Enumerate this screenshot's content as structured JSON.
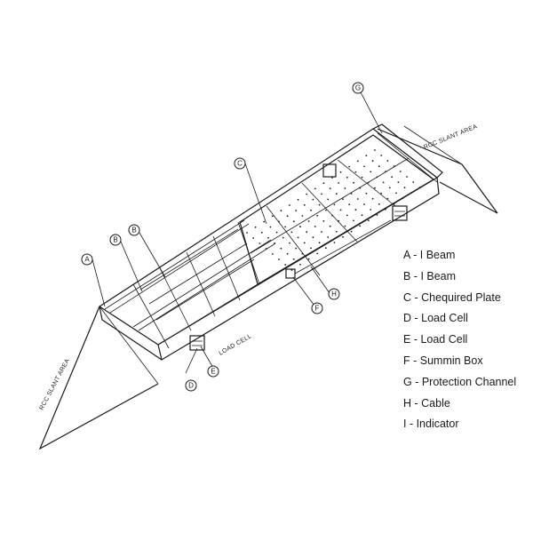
{
  "diagram": {
    "area_labels": {
      "left": "RCC SLANT AREA",
      "right": "RCC SLANT AREA",
      "load_cell": "LOAD CELL"
    },
    "callouts": {
      "A": "A",
      "B1": "B",
      "B2": "B",
      "C": "C",
      "D": "D",
      "E": "E",
      "F": "F",
      "G": "G",
      "H": "H"
    }
  },
  "legend": [
    "A - I Beam",
    "B - I Beam",
    "C - Chequired Plate",
    "D - Load Cell",
    "E - Load Cell",
    "F - Summin Box",
    "G - Protection Channel",
    "H - Cable",
    "I - Indicator"
  ]
}
